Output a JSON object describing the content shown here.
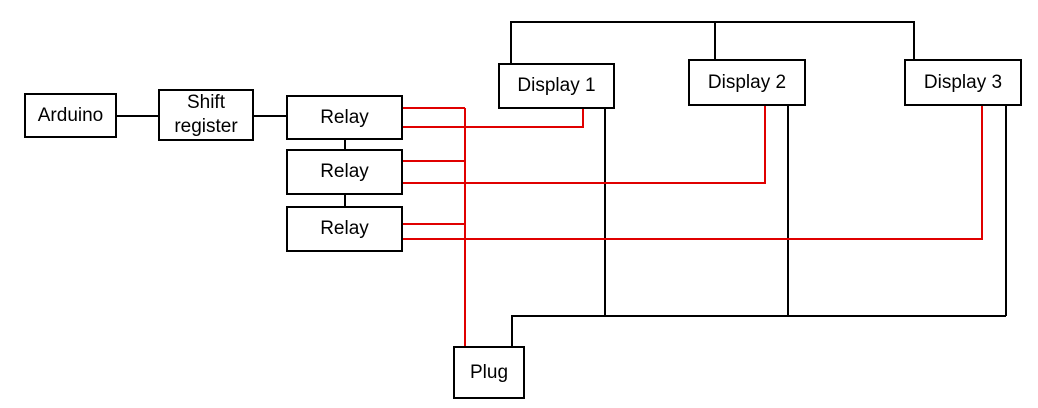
{
  "diagram": {
    "nodes": {
      "arduino": "Arduino",
      "shift_register": "Shift\nregister",
      "relay1": "Relay",
      "relay2": "Relay",
      "relay3": "Relay",
      "display1": "Display 1",
      "display2": "Display 2",
      "display3": "Display 3",
      "plug": "Plug"
    },
    "colors": {
      "signal_wire": "#000000",
      "power_wire": "#e00000"
    }
  }
}
